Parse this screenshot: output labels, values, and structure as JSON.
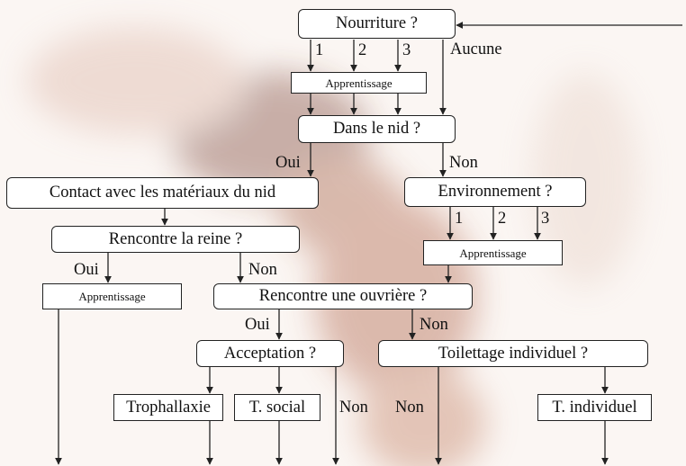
{
  "nodes": {
    "nourriture": "Nourriture ?",
    "apprentissage_1": "Apprentissage",
    "dans_le_nid": "Dans le nid ?",
    "contact": "Contact avec les matériaux du nid",
    "environnement": "Environnement ?",
    "rencontre_reine": "Rencontre la reine ?",
    "apprentissage_2": "Apprentissage",
    "apprentissage_3": "Apprentissage",
    "rencontre_ouvriere": "Rencontre une ouvrière ?",
    "acceptation": "Acceptation ?",
    "toilettage": "Toilettage individuel ?",
    "trophallaxie": "Trophallaxie",
    "t_social": "T. social",
    "t_individuel": "T. individuel"
  },
  "labels": {
    "food_1": "1",
    "food_2": "2",
    "food_3": "3",
    "aucune": "Aucune",
    "oui_nid": "Oui",
    "non_nid": "Non",
    "env_1": "1",
    "env_2": "2",
    "env_3": "3",
    "oui_reine": "Oui",
    "non_reine": "Non",
    "oui_ouvriere": "Oui",
    "non_ouvriere": "Non",
    "non_acceptation": "Non",
    "non_toilettage": "Non"
  },
  "colors": {
    "line": "#222222",
    "box_fill": "#ffffff",
    "ant_body": "#8a3a22"
  }
}
